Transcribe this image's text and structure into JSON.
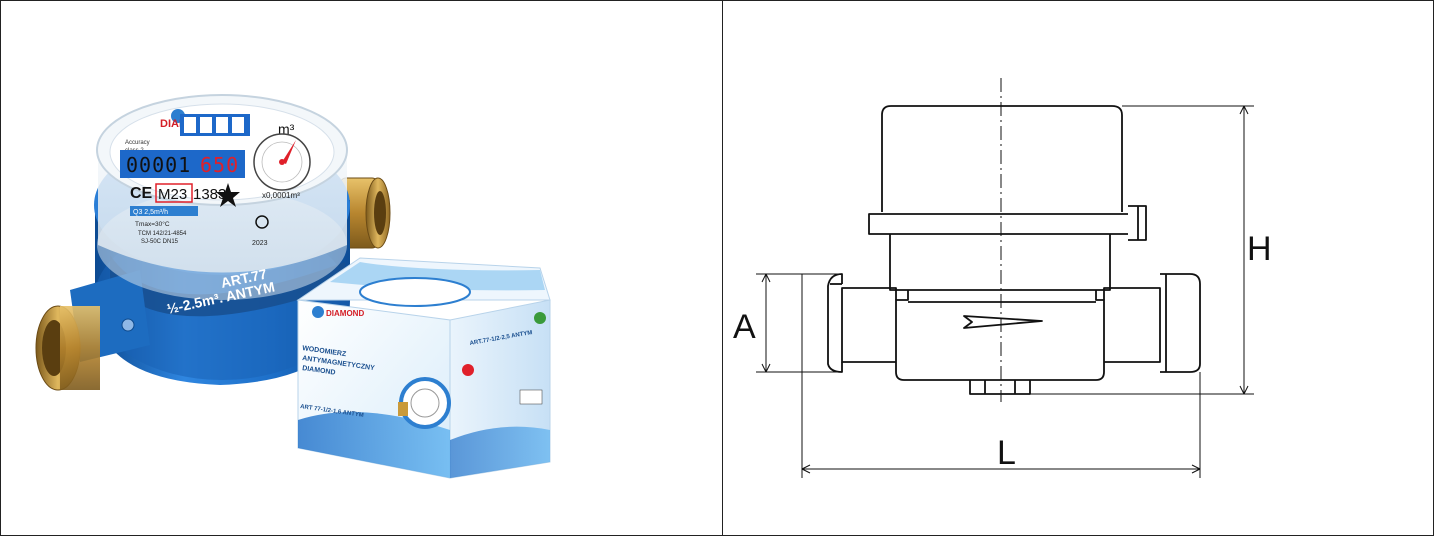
{
  "product": {
    "brand": "DIAMOND",
    "accuracy_label": "Accuracy",
    "accuracy_class": "class 2",
    "counter_digits_black": "00001",
    "counter_digits_red": "650",
    "unit": "m³",
    "dial_unit": "x0,0001m³",
    "marking": "CE",
    "metrology_mark": "M23",
    "serial": "1383",
    "spec_line1": "Q3 2,5m³/h",
    "spec_line2": "Tmax=30°C",
    "spec_line3": "TCM 142/21-4854",
    "spec_line4": "SJ-50C DN15",
    "year": "2023",
    "ring_label_line1": "ART.77",
    "ring_label_line2": "½-2.5m³. ANTYM",
    "box": {
      "title_line1": "WODOMIERZ",
      "title_line2": "ANTYMAGNETYCZNY",
      "title_line3": "DIAMOND",
      "model": "ART.77-1/2-2,5 ANTYM",
      "front_model": "ART 77-1/2-1,6 ANTYM"
    }
  },
  "diagram": {
    "dimension_A": "A",
    "dimension_H": "H",
    "dimension_L": "L"
  },
  "colors": {
    "meter_blue": "#1f6fc4",
    "meter_blue_dark": "#0f4f97",
    "brass": "#c99a3a",
    "brass_dark": "#8a6420",
    "digit_bg": "#1d68c9",
    "red_digit": "#e0202a",
    "line": "#111111",
    "border": "#222222"
  }
}
